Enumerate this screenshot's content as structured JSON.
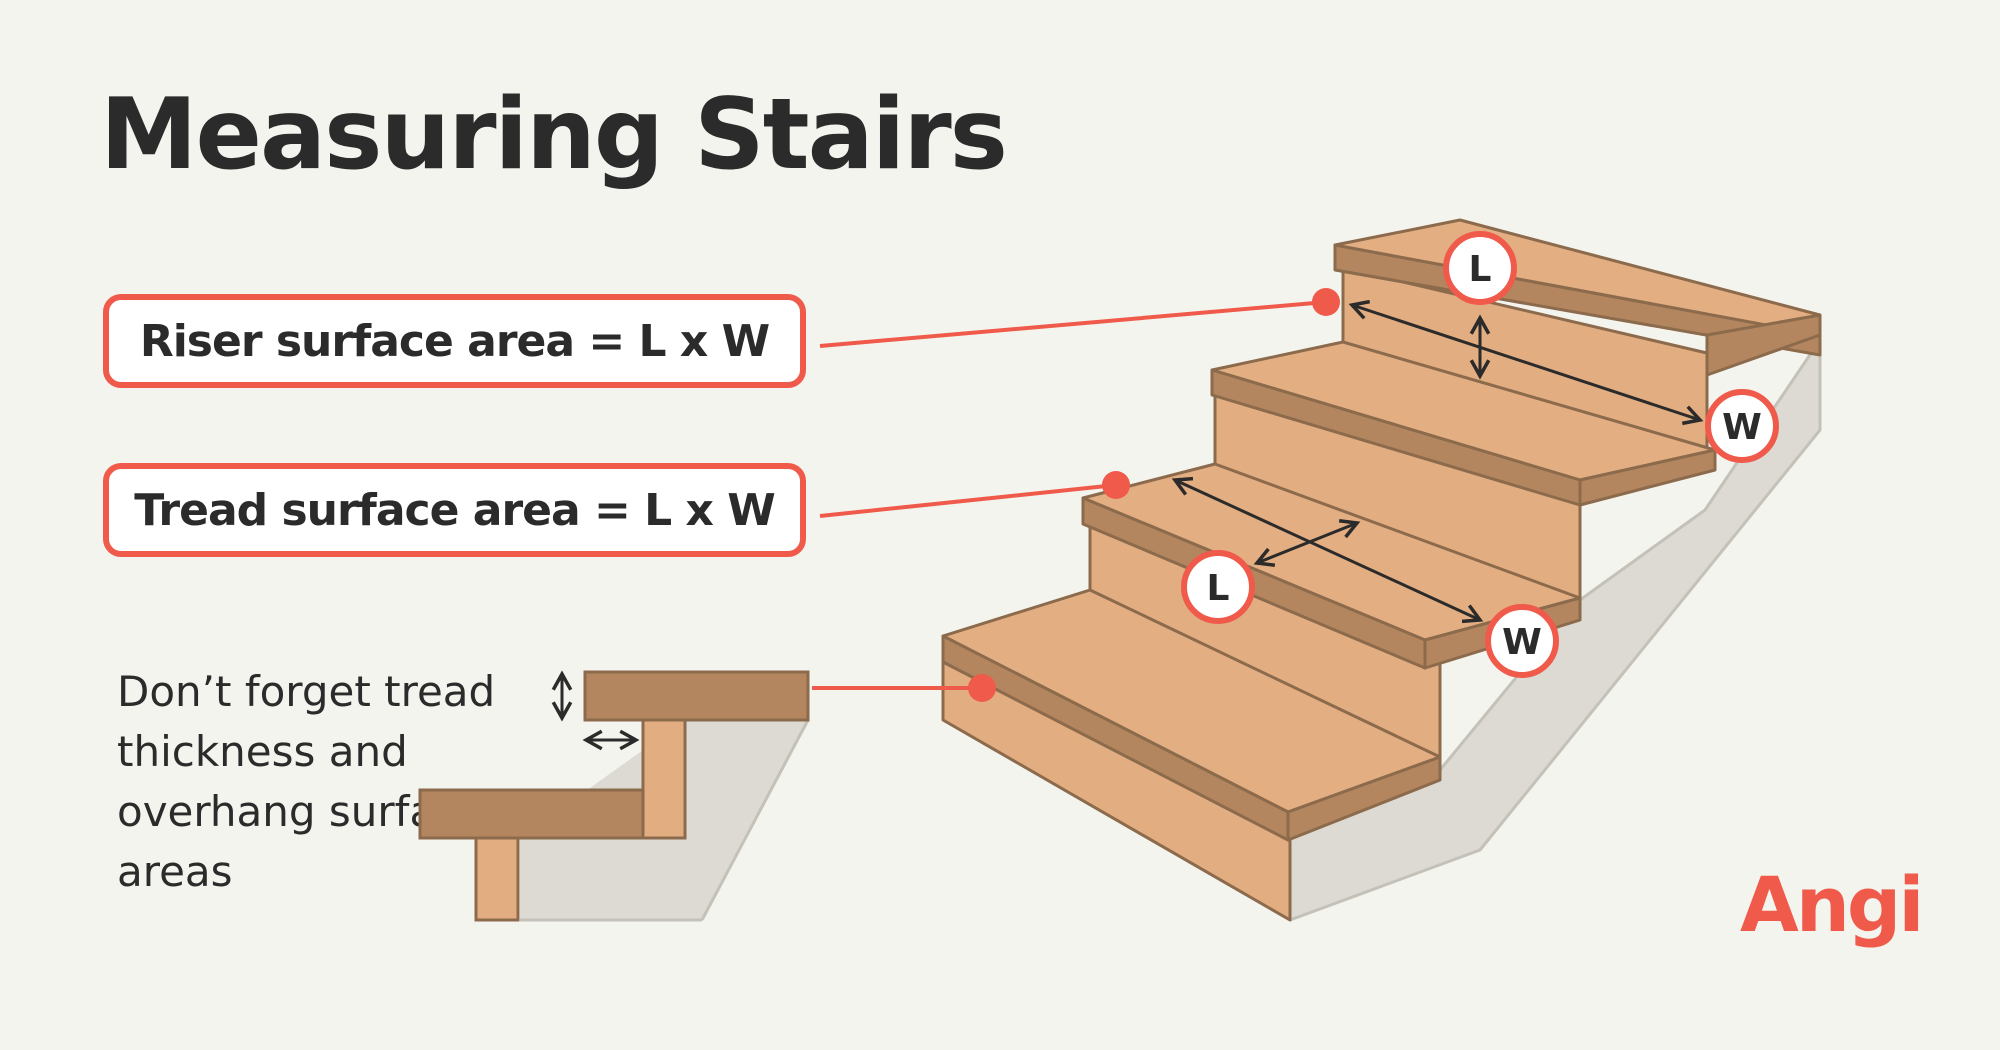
{
  "title": "Measuring Stairs",
  "labels": {
    "riser": "Riser surface area = L x W",
    "tread": "Tread surface area = L x W"
  },
  "note": "Don’t forget tread thickness and overhang surface areas",
  "markers": {
    "riser_length": "L",
    "riser_width": "W",
    "tread_length": "L",
    "tread_width": "W"
  },
  "brand": "Angi",
  "colors": {
    "accent": "#f05a4a",
    "tread_top": "#e3ae82",
    "tread_edge": "#b3865f",
    "riser": "#e2ad80",
    "stringer": "#dcdad3",
    "background": "#f4f4ef"
  }
}
